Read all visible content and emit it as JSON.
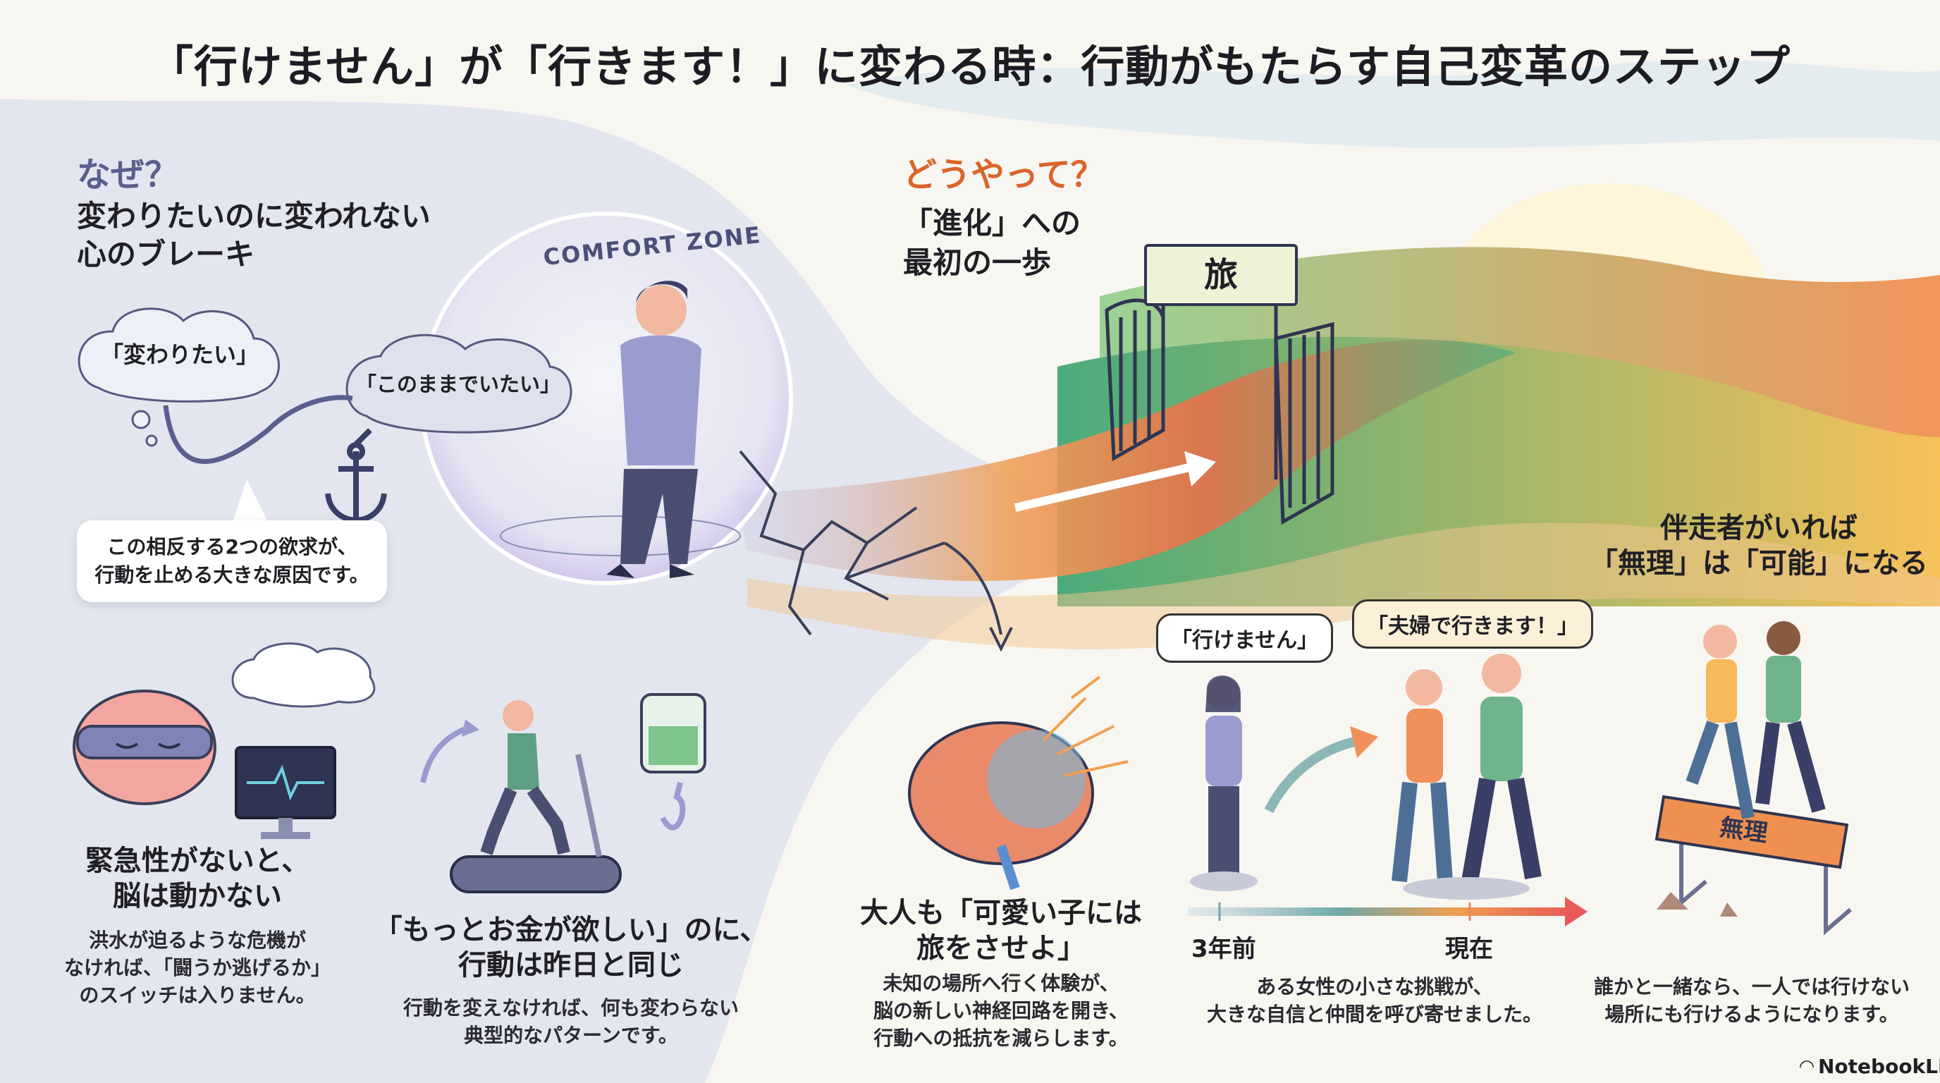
{
  "title": "「行けません」が「行きます！」に変わる時：行動がもたらす自己変革のステップ",
  "why": {
    "question": "なぜ？",
    "heading_line1": "変わりたいのに変われない",
    "heading_line2": "心のブレーキ",
    "cloud_want_change": "「変わりたい」",
    "cloud_stay_same": "「このままでいたい」",
    "comfort_zone_label": "COMFORT ZONE",
    "callout_line1": "この相反する2つの欲求が、",
    "callout_line2": "行動を止める大きな原因です。"
  },
  "urgency": {
    "heading_line1": "緊急性がないと、",
    "heading_line2": "脳は動かない",
    "body_line1": "洪水が迫るような危機が",
    "body_line2": "なければ、「闘うか逃げるか」",
    "body_line3": "のスイッチは入りません。"
  },
  "money": {
    "heading_line1": "「もっとお金が欲しい」のに、",
    "heading_line2": "行動は昨日と同じ",
    "body_line1": "行動を変えなければ、何も変わらない",
    "body_line2": "典型的なパターンです。"
  },
  "how": {
    "question": "どうやって？",
    "heading_line1": "「進化」への",
    "heading_line2": "最初の一歩",
    "gate_sign": "旅"
  },
  "travel": {
    "heading_line1": "大人も「可愛い子には",
    "heading_line2": "旅をさせよ」",
    "body_line1": "未知の場所へ行く体験が、",
    "body_line2": "脳の新しい神経回路を開き、",
    "body_line3": "行動への抵抗を減らします。"
  },
  "story": {
    "bubble_before": "「行けません」",
    "bubble_after": "「夫婦で行きます！」",
    "timeline_start": "3年前",
    "timeline_end": "現在",
    "body_line1": "ある女性の小さな挑戦が、",
    "body_line2": "大きな自信と仲間を呼び寄せました。"
  },
  "partner": {
    "heading_line1": "伴走者がいれば",
    "heading_line2": "「無理」は「可能」になる",
    "hurdle_label": "無理",
    "body_line1": "誰かと一緒なら、一人では行けない",
    "body_line2": "場所にも行けるようになります。"
  },
  "branding": "NotebookLM",
  "colors": {
    "why_accent": "#5a5f8e",
    "how_accent": "#d9652b",
    "left_bg": "#e4e6ef",
    "right_bg": "#f8f6f1"
  }
}
